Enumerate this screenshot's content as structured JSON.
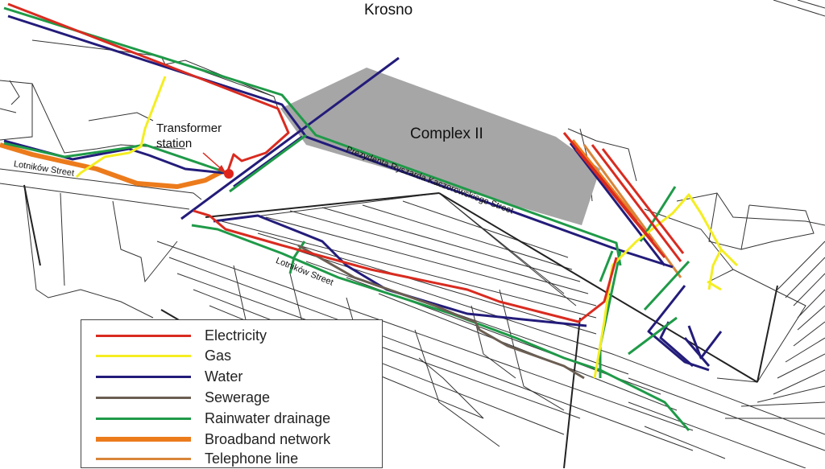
{
  "map": {
    "title": "Krosno",
    "complex_label": "Complex II",
    "transformer_label_line1": "Transformer",
    "transformer_label_line2": "station",
    "streets": {
      "lotnikow_west": "Lotników Street",
      "prezydenta": "Prezydenta Ryszarda Kaczorowskiego  Street",
      "lotnikow_south": "Lotników Street"
    }
  },
  "legend": {
    "items": [
      {
        "label": "Electricity",
        "color": "#d92b20",
        "width": 3
      },
      {
        "label": "Gas",
        "color": "#f4ee21",
        "width": 3
      },
      {
        "label": "Water",
        "color": "#231c7a",
        "width": 3
      },
      {
        "label": "Sewerage",
        "color": "#6b5e52",
        "width": 3
      },
      {
        "label": "Rainwater drainage",
        "color": "#1f9a48",
        "width": 3
      },
      {
        "label": "Broadband network",
        "color": "#ec7b1c",
        "width": 6
      },
      {
        "label": "Telephone line",
        "color": "#d8853a",
        "width": 3
      }
    ]
  },
  "colors": {
    "complex_fill": "#a6a6a6",
    "transformer_marker": "#e0231b",
    "base_lines": "#333333"
  }
}
